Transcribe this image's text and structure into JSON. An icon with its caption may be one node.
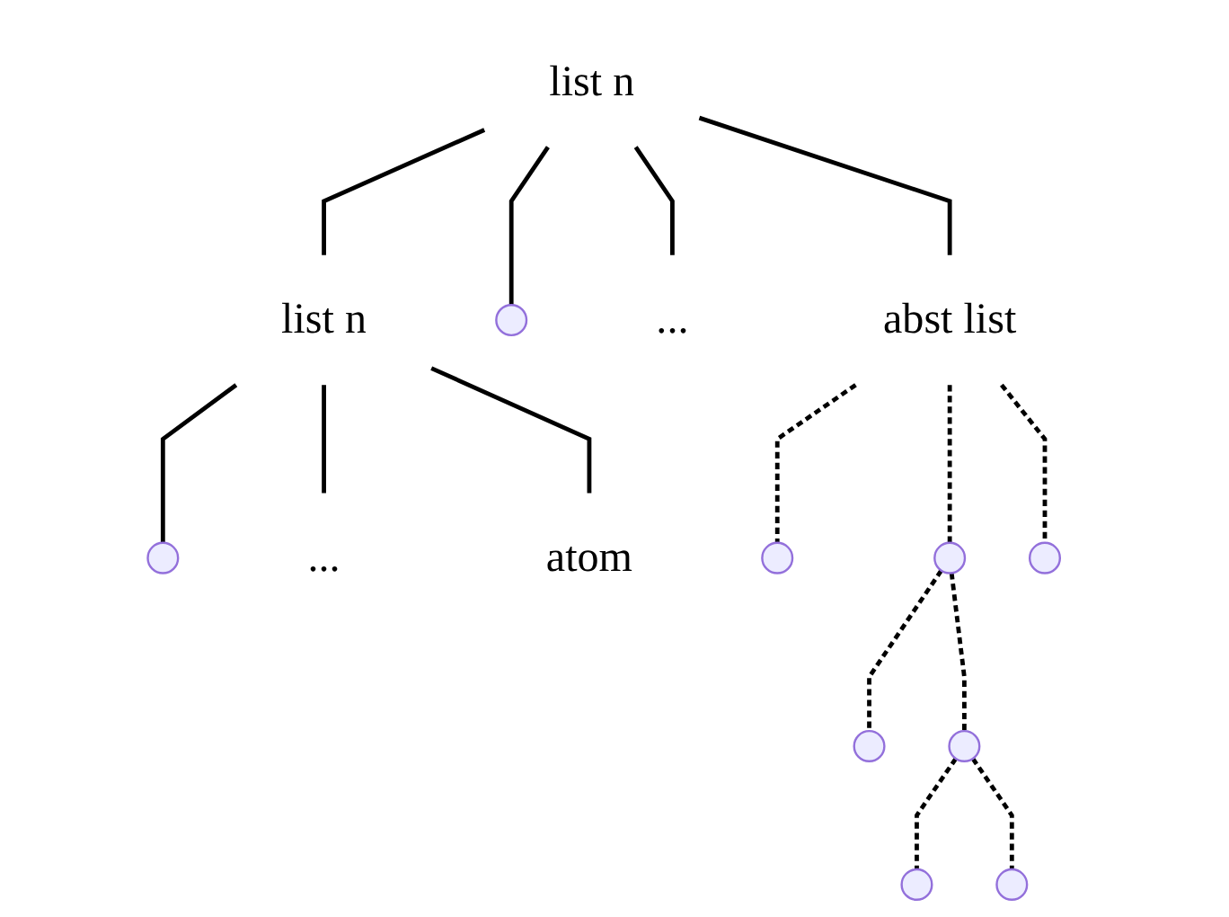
{
  "diagram": {
    "nodes": [
      {
        "text": [
          "list n"
        ]
      },
      {
        "text": [
          "list n"
        ]
      },
      {
        "text": [],
        "shape": "point"
      },
      {
        "text": [
          "..."
        ]
      },
      {
        "text": [
          "abst list"
        ]
      },
      {
        "text": [],
        "shape": "point"
      },
      {
        "text": [
          "..."
        ]
      },
      {
        "text": [
          "atom"
        ]
      },
      {
        "text": [],
        "shape": "point"
      },
      {
        "text": [],
        "shape": "point"
      },
      {
        "text": [],
        "shape": "point"
      },
      {
        "text": [],
        "shape": "point"
      },
      {
        "text": [],
        "shape": "point"
      },
      {
        "text": [],
        "shape": "point"
      },
      {
        "text": [],
        "shape": "point"
      }
    ],
    "edges": [
      {
        "from": 0,
        "to": 1,
        "arrow": "none"
      },
      {
        "from": 0,
        "to": 2,
        "arrow": "none"
      },
      {
        "from": 0,
        "to": 3,
        "arrow": "none"
      },
      {
        "from": 0,
        "to": 4,
        "arrow": "none"
      },
      {
        "from": 1,
        "to": 5,
        "arrow": "none"
      },
      {
        "from": 1,
        "to": 6,
        "arrow": "none"
      },
      {
        "from": 1,
        "to": 7,
        "arrow": "none"
      },
      {
        "from": 4,
        "to": 8,
        "arrow": "none",
        "style": "dashed"
      },
      {
        "from": 4,
        "to": 9,
        "arrow": "none",
        "style": "dashed"
      },
      {
        "from": 4,
        "to": 10,
        "arrow": "none",
        "style": "dashed"
      },
      {
        "from": 9,
        "to": 11,
        "arrow": "none",
        "style": "dashed"
      },
      {
        "from": 9,
        "to": 12,
        "arrow": "none",
        "style": "dashed"
      },
      {
        "from": 12,
        "to": 13,
        "arrow": "none",
        "style": "dashed"
      },
      {
        "from": 12,
        "to": 14,
        "arrow": "none",
        "style": "dashed"
      }
    ]
  }
}
